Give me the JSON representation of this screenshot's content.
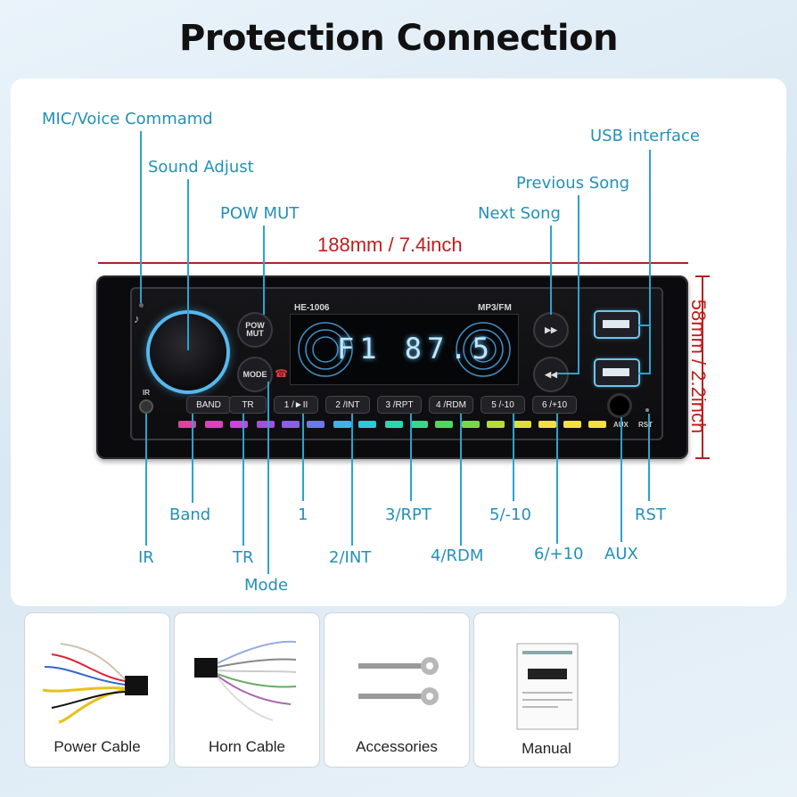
{
  "title": "Protection Connection",
  "dimensions": {
    "width": "188mm / 7.4inch",
    "height": "58mm / 2.2inch"
  },
  "colors": {
    "label_blue": "#2390b8",
    "dimension_red": "#b52020",
    "knob_glow": "#56b8ee"
  },
  "callouts": {
    "mic": "MIC/Voice Commamd",
    "sound_adjust": "Sound Adjust",
    "pow_mut": "POW MUT",
    "usb": "USB interface",
    "previous_song": "Previous Song",
    "next_song": "Next Song",
    "band": "Band",
    "ir": "IR",
    "tr": "TR",
    "mode": "Mode",
    "one": "1",
    "two_int": "2/INT",
    "three_rpt": "3/RPT",
    "four_rdm": "4/RDM",
    "five": "5/-10",
    "six": "6/+10",
    "aux": "AUX",
    "rst": "RST"
  },
  "radio": {
    "model": "HE-1006",
    "mode_tag": "MP3/FM",
    "display": "F1  87.5",
    "pow_button": [
      "POW",
      "MUT"
    ],
    "mode_button": "MODE",
    "ir_label": "IR",
    "aux_label": "AUX",
    "rst_label": "RST",
    "preset_buttons": [
      "BAND",
      "TR",
      "1 /►II",
      "2 /INT",
      "3 /RPT",
      "4 /RDM",
      "5 /-10",
      "6 /+10"
    ],
    "next_icon": "next-track-icon",
    "prev_icon": "previous-track-icon"
  },
  "accessories": [
    {
      "label": "Power Cable",
      "icon": "power-cable-icon"
    },
    {
      "label": "Horn Cable",
      "icon": "horn-cable-icon"
    },
    {
      "label": "Accessories",
      "icon": "removal-keys-icon"
    },
    {
      "label": "Manual",
      "icon": "manual-booklet-icon"
    }
  ]
}
